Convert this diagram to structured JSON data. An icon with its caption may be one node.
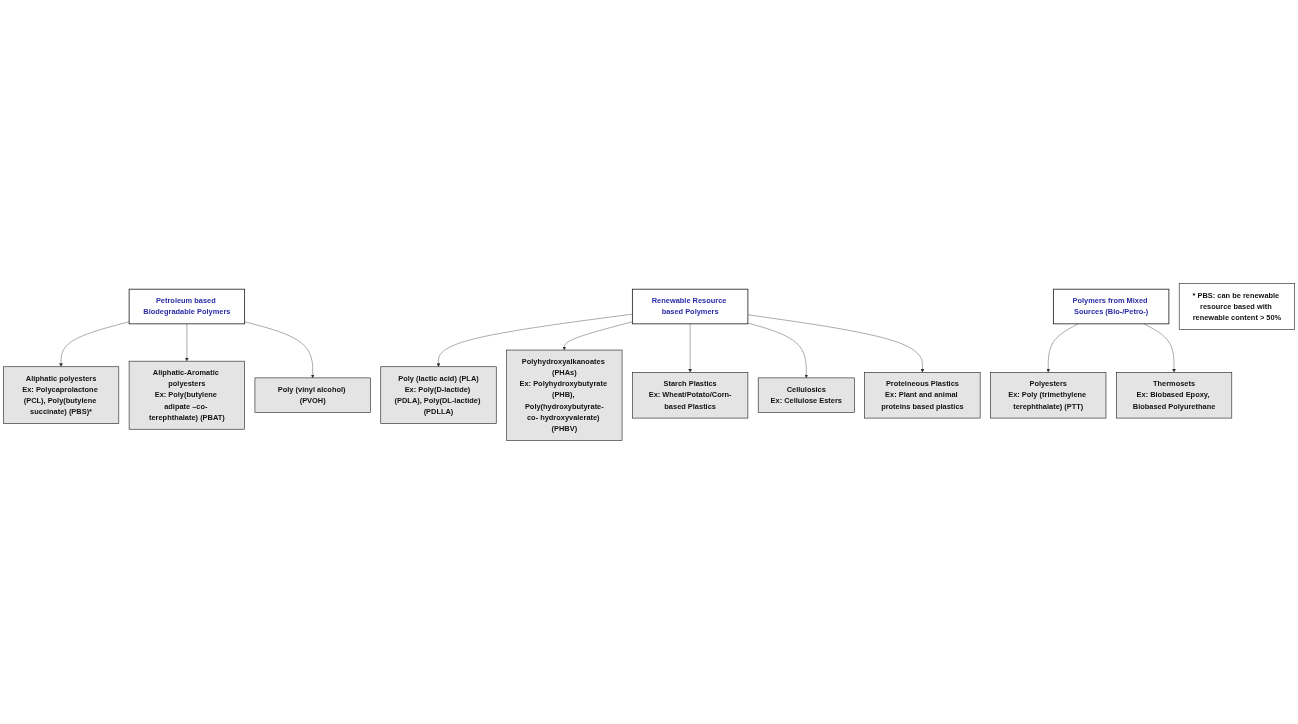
{
  "diagram": {
    "nodes": [
      {
        "text": [
          "Petroleum based Biodegradable Polymers"
        ]
      },
      {
        "text": [
          "Aliphatic polyesters",
          "Ex: Polycaprolactone (PCL), Poly(butylene succinate) (PBS)*"
        ]
      },
      {
        "text": [
          "Aliphatic-Aromatic polyesters",
          "Ex: Poly(butylene adipate –co- terephthalate) (PBAT)"
        ]
      },
      {
        "text": [
          "Poly (vinyl alcohol) (PVOH)"
        ]
      },
      {
        "text": [
          "Renewable Resource based Polymers"
        ]
      },
      {
        "text": [
          "Poly (lactic acid) (PLA)",
          "Ex: Poly(D-lactide) (PDLA), Poly(DL-lactide) (PDLLA)"
        ]
      },
      {
        "text": [
          "Polyhydroxyalkanoates (PHAs)",
          "Ex: Polyhydroxybutyrate (PHB), Poly(hydroxybutyrate-co- hydroxyvalerate) (PHBV)"
        ]
      },
      {
        "text": [
          "Starch Plastics",
          "Ex: Wheat/Potato/Corn-based Plastics"
        ]
      },
      {
        "text": [
          "Cellulosics",
          "Ex: Cellulose Esters"
        ]
      },
      {
        "text": [
          "Proteineous Plastics",
          "Ex: Plant and animal proteins based plastics"
        ]
      },
      {
        "text": [
          "Polymers from Mixed Sources (Bio-/Petro-)"
        ]
      },
      {
        "text": [
          "Polyesters",
          "Ex: Poly (trimethylene terephthalate) (PTT)"
        ]
      },
      {
        "text": [
          "Thermosets",
          "Ex: Biobased Epoxy, Biobased Polyurethane"
        ]
      },
      {
        "text": [
          "* PBS: can be renewable resource based with renewable content > 50%"
        ]
      }
    ],
    "edges": [
      {
        "from": 0,
        "to": 1,
        "arrow": "to"
      },
      {
        "from": 0,
        "to": 2,
        "arrow": "to"
      },
      {
        "from": 0,
        "to": 3,
        "arrow": "to"
      },
      {
        "from": 4,
        "to": 5,
        "arrow": "to"
      },
      {
        "from": 4,
        "to": 6,
        "arrow": "to"
      },
      {
        "from": 4,
        "to": 7,
        "arrow": "to"
      },
      {
        "from": 4,
        "to": 8,
        "arrow": "to"
      },
      {
        "from": 4,
        "to": 9,
        "arrow": "to"
      },
      {
        "from": 10,
        "to": 11,
        "arrow": "to"
      },
      {
        "from": 10,
        "to": 12,
        "arrow": "to"
      }
    ]
  }
}
